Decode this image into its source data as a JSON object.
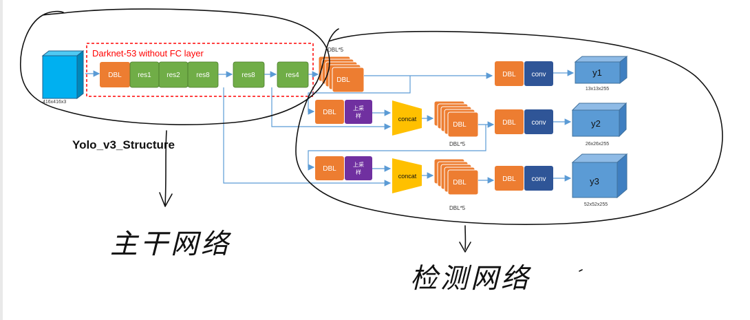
{
  "diagram": {
    "title": "Yolo_v3_Structure",
    "backbone_label": "Darknet-53 without FC layer",
    "input_size": "416x416x3",
    "backbone_blocks": [
      "DBL",
      "res1",
      "res2",
      "res8",
      "res8",
      "res4"
    ],
    "dbl5_top_label": "DBL*5",
    "dbl_label": "DBL",
    "conv_label": "conv",
    "upsample_label": "上采\n样",
    "concat_label": "concat",
    "dbl5_label": "DBL*5",
    "outputs": [
      {
        "name": "y1",
        "size": "13x13x255"
      },
      {
        "name": "y2",
        "size": "26x26x255"
      },
      {
        "name": "y3",
        "size": "52x52x255"
      }
    ],
    "handwritten_left": "主干网络",
    "handwritten_right": "检测网络",
    "colors": {
      "orange": "#ED7D31",
      "green": "#70AD47",
      "purple": "#7030A0",
      "navy": "#2F5597",
      "yellow": "#FFC000",
      "cube_blue": "#00B0F0",
      "out_blue": "#5B9BD5",
      "arrow": "#5B9BD5",
      "dash_red": "#FF0000"
    }
  }
}
